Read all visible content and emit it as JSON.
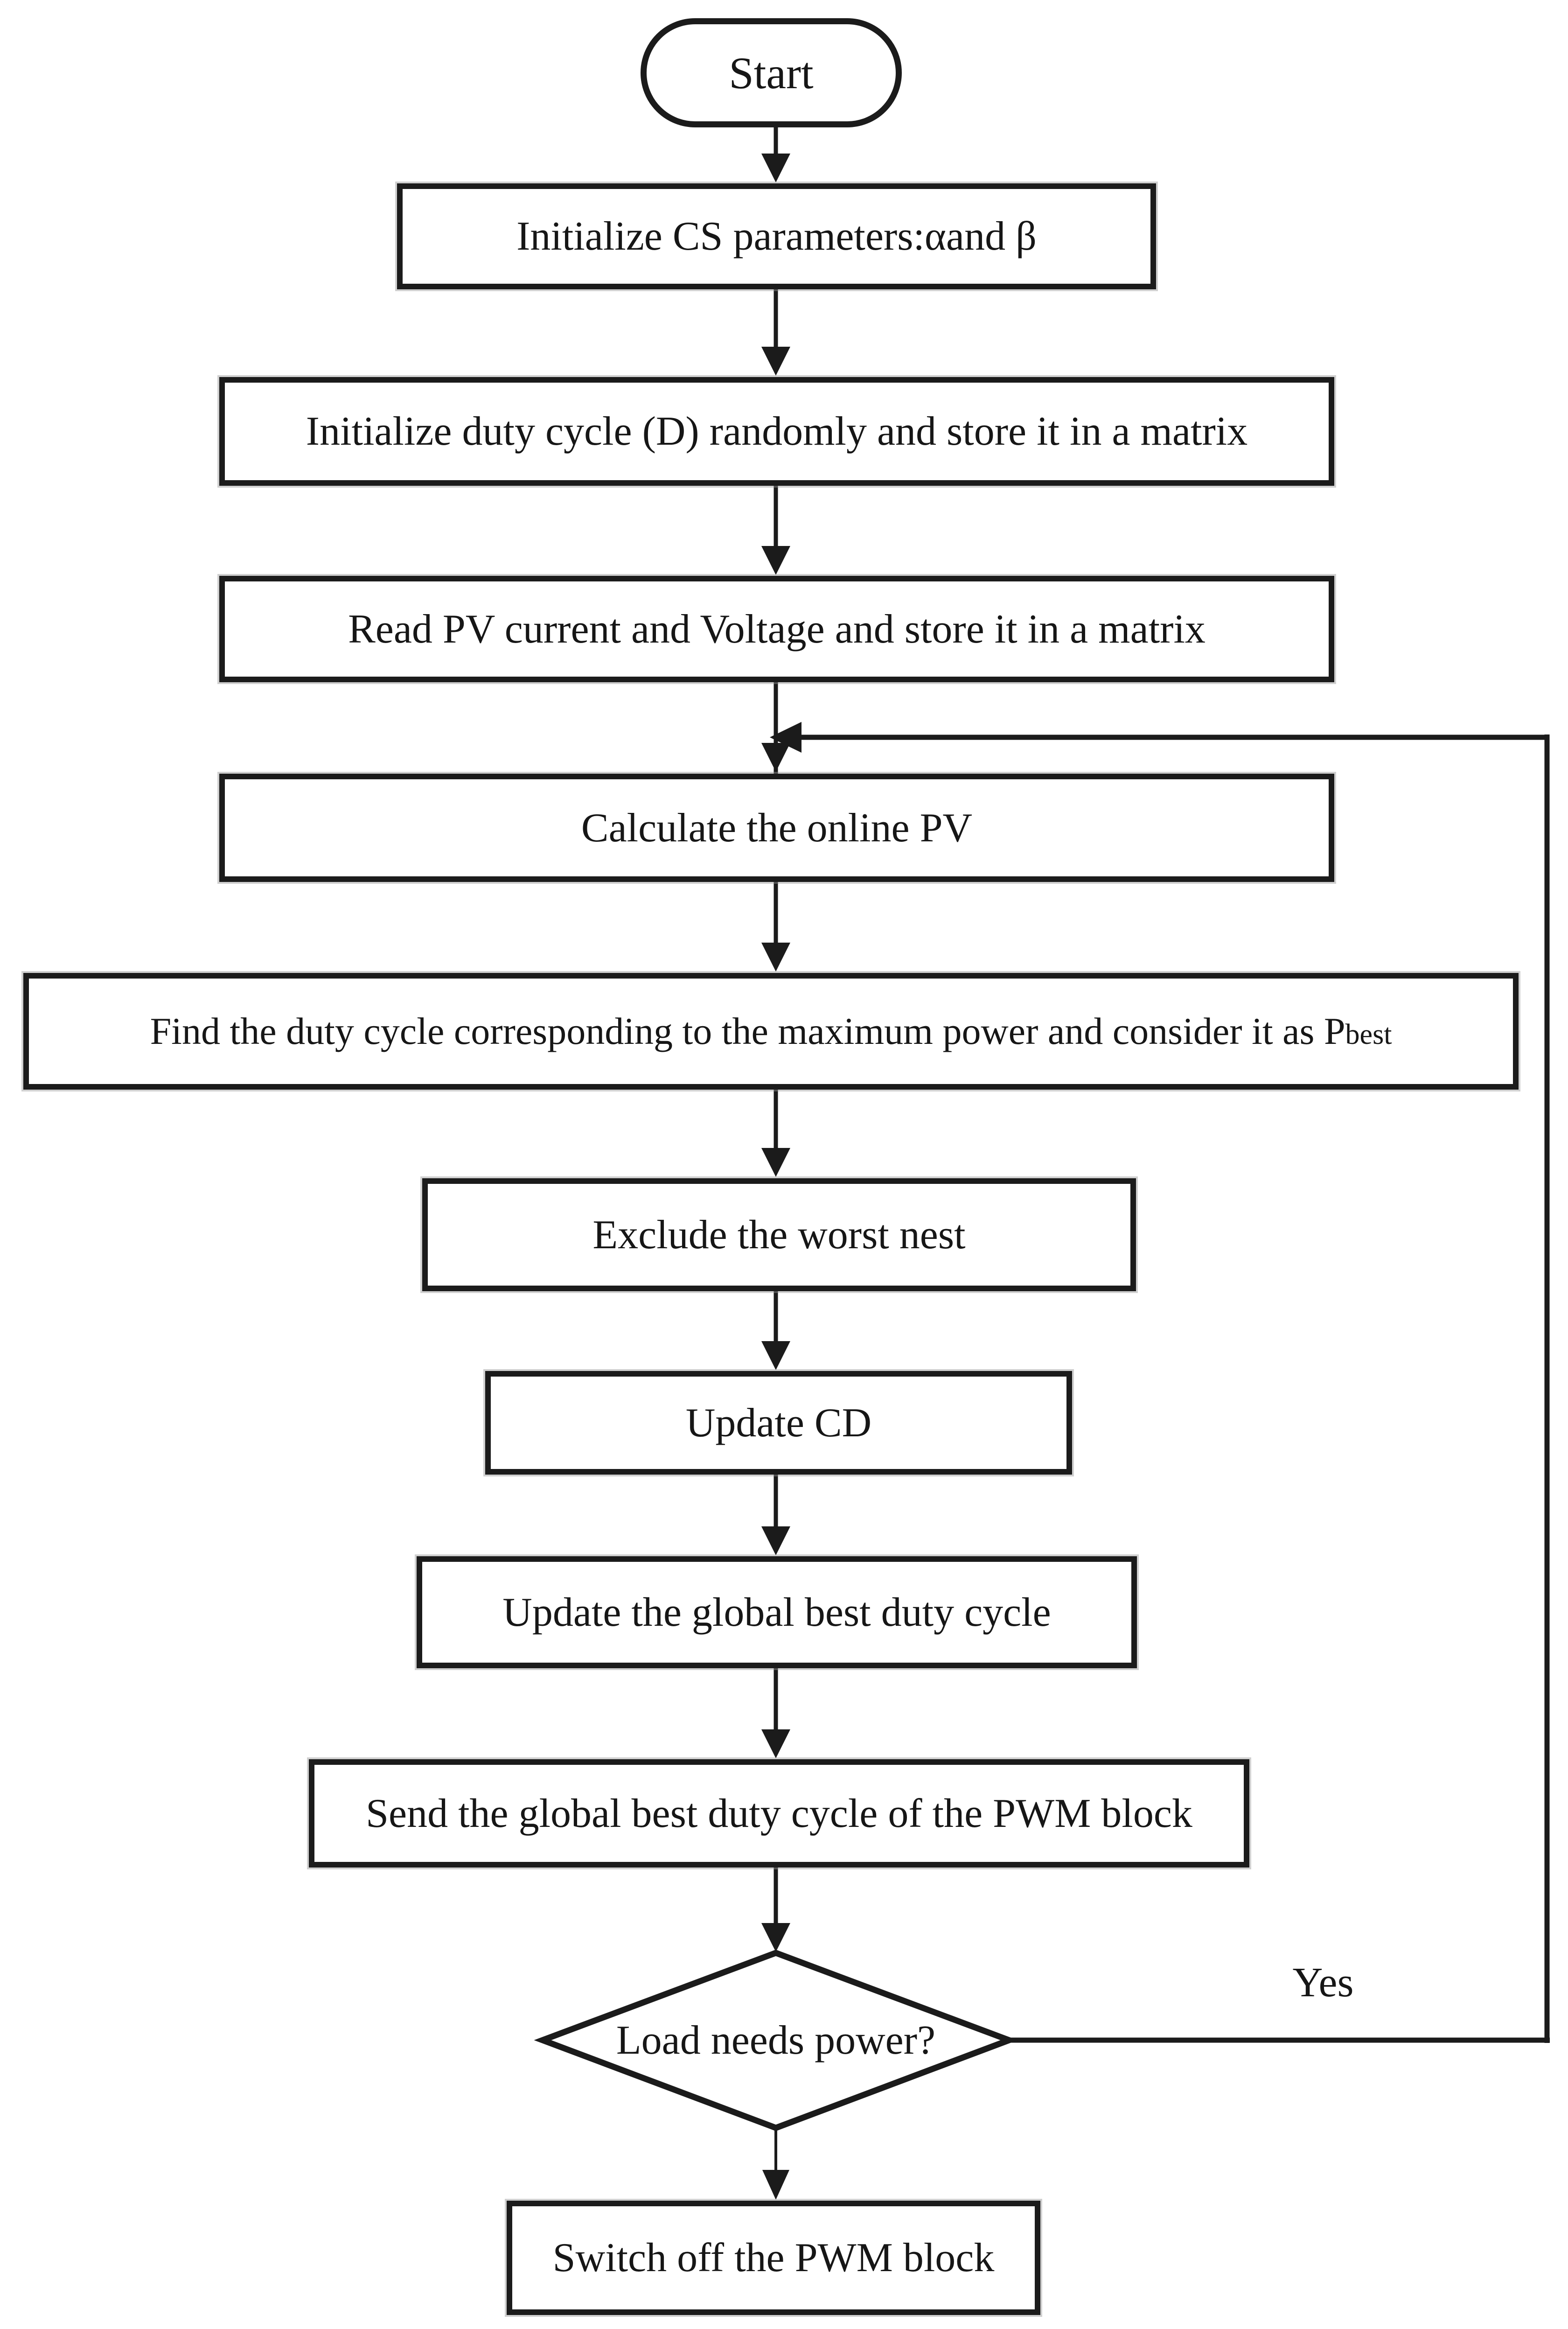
{
  "figure": {
    "type": "flowchart",
    "background_color": "#ffffff",
    "stroke_color": "#1b1b1b",
    "text_color": "#161616",
    "nodes": {
      "start": {
        "shape": "terminator",
        "label": "Start"
      },
      "init_cs_params": {
        "shape": "process",
        "label": "Initialize CS parameters:αand β"
      },
      "init_duty_cycle": {
        "shape": "process",
        "label": "Initialize duty cycle (D) randomly and store it in a matrix"
      },
      "read_pv": {
        "shape": "process",
        "label": "Read PV current and Voltage and store it in a matrix"
      },
      "calculate_online_pv": {
        "shape": "process",
        "label": "Calculate the online PV"
      },
      "find_duty_cycle": {
        "shape": "process",
        "label_main": "Find the duty cycle corresponding to the maximum power and consider it as P",
        "label_subscript": "best"
      },
      "exclude_worst_nest": {
        "shape": "process",
        "label": "Exclude the worst nest"
      },
      "update_cd": {
        "shape": "process",
        "label": "Update CD"
      },
      "update_global_best": {
        "shape": "process",
        "label": "Update the global best duty cycle"
      },
      "send_global_best": {
        "shape": "process",
        "label": "Send the global best duty cycle of the PWM block"
      },
      "load_needs_power": {
        "shape": "decision",
        "label": "Load needs power?"
      },
      "switch_off_pwm": {
        "shape": "process",
        "label": "Switch off the PWM block"
      }
    },
    "edge_labels": {
      "yes": "Yes"
    }
  }
}
